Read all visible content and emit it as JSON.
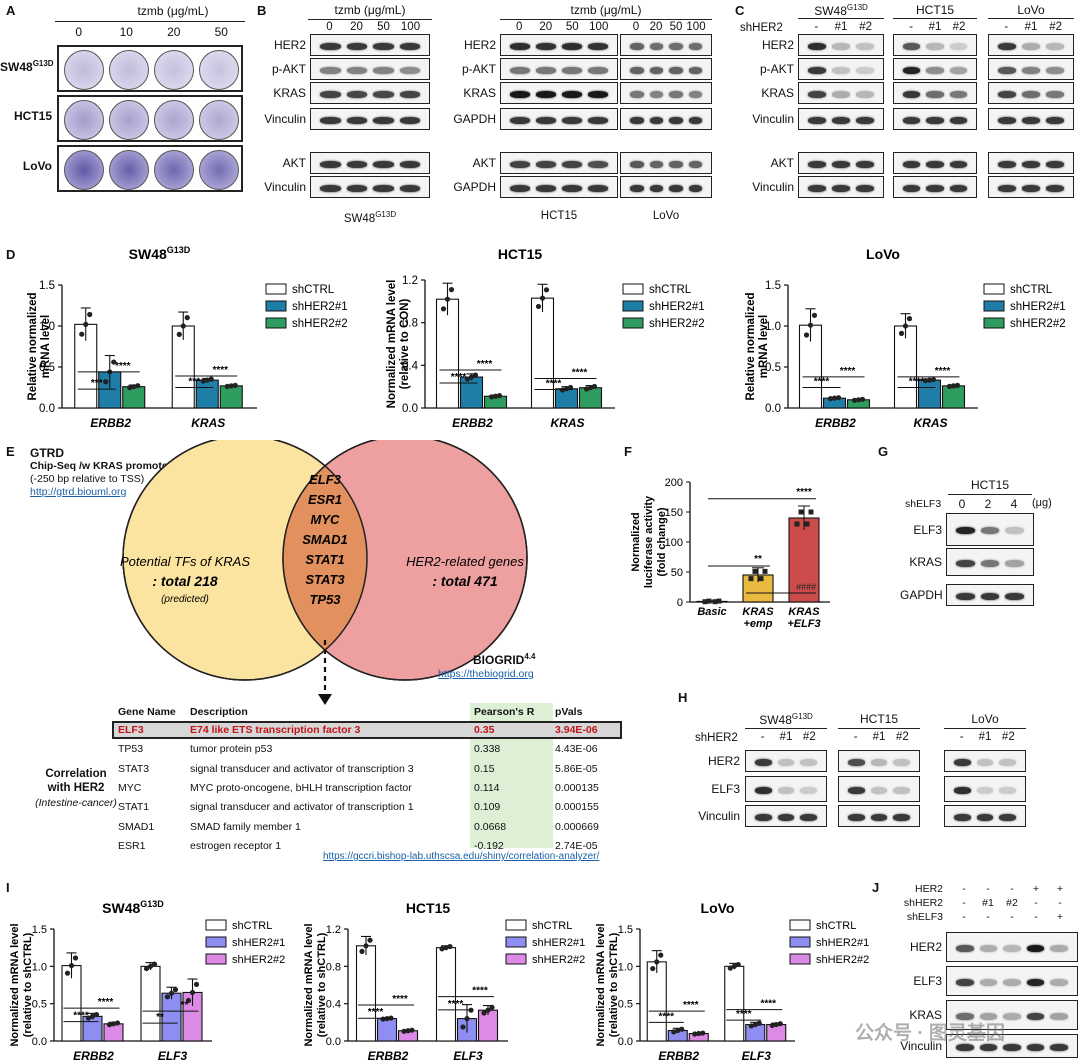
{
  "panels": {
    "A": {
      "label": "A",
      "treatment": "tzmb (μg/mL)",
      "doses": [
        "0",
        "10",
        "20",
        "50"
      ],
      "rows": [
        {
          "name": "SW48",
          "sup": "G13D",
          "density": 0.35
        },
        {
          "name": "HCT15",
          "sup": "",
          "density": 0.5
        },
        {
          "name": "LoVo",
          "sup": "",
          "density": 0.85
        }
      ]
    },
    "B": {
      "label": "B",
      "treatment": "tzmb (μg/mL)",
      "doses": [
        "0",
        "20",
        "50",
        "100"
      ],
      "left_rows": [
        "HER2",
        "p-AKT",
        "KRAS",
        "Vinculin",
        "AKT",
        "Vinculin"
      ],
      "mid_rows": [
        "HER2",
        "p-AKT",
        "KRAS",
        "GAPDH",
        "AKT",
        "GAPDH"
      ],
      "cells": [
        {
          "name": "SW48",
          "sup": "G13D"
        },
        {
          "name": "HCT15",
          "sup": ""
        },
        {
          "name": "LoVo",
          "sup": ""
        }
      ]
    },
    "C": {
      "label": "C",
      "group_label": "shHER2",
      "lanes": [
        "-",
        "#1",
        "#2"
      ],
      "cells": [
        {
          "name": "SW48",
          "sup": "G13D"
        },
        {
          "name": "HCT15",
          "sup": ""
        },
        {
          "name": "LoVo",
          "sup": ""
        }
      ],
      "rows": [
        "HER2",
        "p-AKT",
        "KRAS",
        "Vinculin",
        "AKT",
        "Vinculin"
      ]
    },
    "D": {
      "label": "D"
    },
    "E": {
      "label": "E",
      "gtrd_title": "GTRD",
      "gtrd_line1": "Chip-Seq /w KRAS promoter",
      "gtrd_line2": "(-250 bp relative to TSS)",
      "gtrd_link": "http://gtrd.biouml.org",
      "left_circle_line1": "Potential TFs of KRAS",
      "left_circle_line2": ": total 218",
      "left_circle_line3": "(predicted)",
      "right_circle_line1": "HER2-related genes",
      "right_circle_line2": ": total 471",
      "overlap_genes": [
        "ELF3",
        "ESR1",
        "MYC",
        "SMAD1",
        "STAT1",
        "STAT3",
        "TP53"
      ],
      "biogrid_title": "BIOGRID",
      "biogrid_sup": "4.4",
      "biogrid_link": "https://thebiogrid.org",
      "side_label1": "Correlation",
      "side_label2": "with HER2",
      "side_label3": "(Intestine-cancer)",
      "table_headers": [
        "Gene Name",
        "Description",
        "Pearson's R",
        "pVals"
      ],
      "table_rows": [
        [
          "ELF3",
          "E74 like ETS transcription factor 3",
          "0.35",
          "3.94E-06"
        ],
        [
          "TP53",
          "tumor protein p53",
          "0.338",
          "4.43E-06"
        ],
        [
          "STAT3",
          "signal transducer and activator of transcription 3",
          "0.15",
          "5.86E-05"
        ],
        [
          "MYC",
          "MYC proto-oncogene, bHLH transcription factor",
          "0.114",
          "0.000135"
        ],
        [
          "STAT1",
          "signal transducer and activator of transcription 1",
          "0.109",
          "0.000155"
        ],
        [
          "SMAD1",
          "SMAD family member 1",
          "0.0668",
          "0.000669"
        ],
        [
          "ESR1",
          "estrogen receptor 1",
          "-0.192",
          "2.74E-05"
        ]
      ],
      "table_link": "https://gccri.bishop-lab.uthscsa.edu/shiny/correlation-analyzer/"
    },
    "F": {
      "label": "F"
    },
    "G": {
      "label": "G",
      "cell": "HCT15",
      "group_label": "shELF3",
      "lanes": [
        "0",
        "2",
        "4"
      ],
      "unit": "(μg)",
      "rows": [
        "ELF3",
        "KRAS",
        "GAPDH"
      ]
    },
    "H": {
      "label": "H",
      "group_label": "shHER2",
      "lanes": [
        "-",
        "#1",
        "#2"
      ],
      "cells": [
        {
          "name": "SW48",
          "sup": "G13D"
        },
        {
          "name": "HCT15",
          "sup": ""
        },
        {
          "name": "LoVo",
          "sup": ""
        }
      ],
      "rows": [
        "HER2",
        "ELF3",
        "Vinculin"
      ]
    },
    "I": {
      "label": "I"
    },
    "J": {
      "label": "J",
      "conditions": [
        {
          "name": "HER2",
          "values": [
            "-",
            "-",
            "-",
            "+",
            "+"
          ]
        },
        {
          "name": "shHER2",
          "values": [
            "-",
            "#1",
            "#2",
            "-",
            "-"
          ]
        },
        {
          "name": "shELF3",
          "values": [
            "-",
            "-",
            "-",
            "-",
            "+"
          ]
        }
      ],
      "rows": [
        "HER2",
        "ELF3",
        "KRAS",
        "Vinculin"
      ]
    }
  },
  "watermark": "公众号 · 图灵基因",
  "colors": {
    "ctrl": "#ffffff",
    "d_sh1": "#1f7ea8",
    "d_sh2": "#2e9c5e",
    "i_sh1": "#8e8ef2",
    "i_sh2": "#dc8ae6",
    "f_basic": "#ffffff",
    "f_emp": "#e9ba40",
    "f_elf3": "#cc4c4c",
    "venn_left": "#fbe3a0",
    "venn_right": "#ee9f9f",
    "venn_overlap": "#e3905f"
  },
  "chart_data": [
    {
      "id": "D1",
      "type": "bar",
      "title": "SW48",
      "title_sup": "G13D",
      "ylabel": "Relative normalized mRNA level",
      "categories": [
        "ERBB2",
        "KRAS"
      ],
      "ylim": [
        0,
        1.5
      ],
      "yticks": [
        "0.0",
        "0.5",
        "1.0",
        "1.5"
      ],
      "ytick_values": [
        0,
        0.5,
        1.0,
        1.5
      ],
      "series": [
        {
          "name": "shCTRL",
          "values": [
            1.02,
            1.0
          ],
          "err": [
            0.2,
            0.17
          ]
        },
        {
          "name": "shHER2#1",
          "values": [
            0.44,
            0.34
          ],
          "err": [
            0.2,
            0.02
          ]
        },
        {
          "name": "shHER2#2",
          "values": [
            0.26,
            0.27
          ],
          "err": [
            0.02,
            0.01
          ]
        }
      ],
      "sig": [
        {
          "cat": 0,
          "to": 2,
          "label": "****",
          "y": 0.32
        },
        {
          "cat": 0,
          "to": 1,
          "label": "***",
          "y": 0.15
        },
        {
          "cat": 1,
          "to": 2,
          "label": "****",
          "y": 0.27
        },
        {
          "cat": 1,
          "to": 1,
          "label": "***",
          "y": 0.17
        }
      ]
    },
    {
      "id": "D2",
      "type": "bar",
      "title": "HCT15",
      "ylabel": "Normalized mRNA level (relative to CON)",
      "categories": [
        "ERBB2",
        "KRAS"
      ],
      "ylim": [
        0,
        1.2
      ],
      "yticks": [
        "0.0",
        "0.4",
        "0.8",
        "1.2"
      ],
      "ytick_values": [
        0,
        0.4,
        0.8,
        1.2
      ],
      "series": [
        {
          "name": "shCTRL",
          "values": [
            1.02,
            1.03
          ],
          "err": [
            0.15,
            0.13
          ]
        },
        {
          "name": "shHER2#1",
          "values": [
            0.29,
            0.18
          ],
          "err": [
            0.03,
            0.02
          ]
        },
        {
          "name": "shHER2#2",
          "values": [
            0.11,
            0.19
          ],
          "err": [
            0.01,
            0.02
          ]
        }
      ],
      "sig": [
        {
          "cat": 0,
          "to": 2,
          "label": "****",
          "y": 0.26
        },
        {
          "cat": 0,
          "to": 1,
          "label": "****",
          "y": 0.17
        },
        {
          "cat": 1,
          "to": 2,
          "label": "****",
          "y": 0.18
        },
        {
          "cat": 1,
          "to": 1,
          "label": "****",
          "y": 0.11
        }
      ]
    },
    {
      "id": "D3",
      "type": "bar",
      "title": "LoVo",
      "ylabel": "Relative normalized mRNA level",
      "categories": [
        "ERBB2",
        "KRAS"
      ],
      "ylim": [
        0,
        1.5
      ],
      "yticks": [
        "0.0",
        "0.5",
        "1.0",
        "1.5"
      ],
      "ytick_values": [
        0,
        0.5,
        1.0,
        1.5
      ],
      "series": [
        {
          "name": "shCTRL",
          "values": [
            1.01,
            1.0
          ],
          "err": [
            0.2,
            0.15
          ]
        },
        {
          "name": "shHER2#1",
          "values": [
            0.12,
            0.34
          ],
          "err": [
            0.01,
            0.01
          ]
        },
        {
          "name": "shHER2#2",
          "values": [
            0.1,
            0.27
          ],
          "err": [
            0.01,
            0.01
          ]
        }
      ],
      "sig": [
        {
          "cat": 0,
          "to": 2,
          "label": "****",
          "y": 0.26
        },
        {
          "cat": 0,
          "to": 1,
          "label": "****",
          "y": 0.17
        },
        {
          "cat": 1,
          "to": 2,
          "label": "****",
          "y": 0.26
        },
        {
          "cat": 1,
          "to": 1,
          "label": "****",
          "y": 0.17
        }
      ]
    },
    {
      "id": "F",
      "type": "bar",
      "ylabel": "Normalized luciferase activity (fold change)",
      "categories": [
        "Basic",
        "KRAS +emp",
        "KRAS +ELF3"
      ],
      "ylim": [
        0,
        200
      ],
      "yticks": [
        "0",
        "50",
        "100",
        "150",
        "200"
      ],
      "ytick_values": [
        0,
        50,
        100,
        150,
        200
      ],
      "values": [
        1,
        45,
        140
      ],
      "err": [
        1,
        12,
        20
      ],
      "sig": [
        {
          "from": 0,
          "to": 1,
          "label": "**"
        },
        {
          "from": 0,
          "to": 2,
          "label": "****"
        },
        {
          "from": 1,
          "to": 2,
          "label": "####"
        }
      ]
    },
    {
      "id": "I1",
      "type": "bar",
      "title": "SW48",
      "title_sup": "G13D",
      "ylabel": "Normalized mRNA level (relative to shCTRL)",
      "categories": [
        "ERBB2",
        "ELF3"
      ],
      "ylim": [
        0,
        1.5
      ],
      "yticks": [
        "0.0",
        "0.5",
        "1.0",
        "1.5"
      ],
      "ytick_values": [
        0,
        0.5,
        1.0,
        1.5
      ],
      "series": [
        {
          "name": "shCTRL",
          "values": [
            1.01,
            1.0
          ],
          "err": [
            0.17,
            0.05
          ]
        },
        {
          "name": "shHER2#1",
          "values": [
            0.33,
            0.64
          ],
          "err": [
            0.04,
            0.08
          ]
        },
        {
          "name": "shHER2#2",
          "values": [
            0.23,
            0.65
          ],
          "err": [
            0.02,
            0.18
          ]
        }
      ],
      "sig": [
        {
          "cat": 0,
          "to": 2,
          "label": "****",
          "y": 0.32
        },
        {
          "cat": 0,
          "to": 1,
          "label": "****",
          "y": 0.18
        },
        {
          "cat": 1,
          "to": 2,
          "label": "**",
          "y": 0.28
        },
        {
          "cat": 1,
          "to": 1,
          "label": "**",
          "y": 0.16
        }
      ]
    },
    {
      "id": "I2",
      "type": "bar",
      "title": "HCT15",
      "ylabel": "Normalized mRNA level (relative to shCTRL)",
      "categories": [
        "ERBB2",
        "ELF3"
      ],
      "ylim": [
        0,
        1.2
      ],
      "yticks": [
        "0.0",
        "0.4",
        "0.8",
        "1.2"
      ],
      "ytick_values": [
        0,
        0.4,
        0.8,
        1.2
      ],
      "series": [
        {
          "name": "shCTRL",
          "values": [
            1.02,
            1.0
          ],
          "err": [
            0.1,
            0.02
          ]
        },
        {
          "name": "shHER2#1",
          "values": [
            0.24,
            0.24
          ],
          "err": [
            0.01,
            0.15
          ]
        },
        {
          "name": "shHER2#2",
          "values": [
            0.11,
            0.33
          ],
          "err": [
            0.01,
            0.05
          ]
        }
      ],
      "sig": [
        {
          "cat": 0,
          "to": 2,
          "label": "****",
          "y": 0.29
        },
        {
          "cat": 0,
          "to": 1,
          "label": "****",
          "y": 0.18
        },
        {
          "cat": 1,
          "to": 2,
          "label": "****",
          "y": 0.38
        },
        {
          "cat": 1,
          "to": 1,
          "label": "****",
          "y": 0.27
        }
      ]
    },
    {
      "id": "I3",
      "type": "bar",
      "title": "LoVo",
      "ylabel": "Normalized mRNA level (relative to shCTRL)",
      "categories": [
        "ERBB2",
        "ELF3"
      ],
      "ylim": [
        0,
        1.5
      ],
      "yticks": [
        "0.0",
        "0.5",
        "1.0",
        "1.5"
      ],
      "ytick_values": [
        0,
        0.5,
        1.0,
        1.5
      ],
      "series": [
        {
          "name": "shCTRL",
          "values": [
            1.06,
            1.0
          ],
          "err": [
            0.15,
            0.04
          ]
        },
        {
          "name": "shHER2#1",
          "values": [
            0.14,
            0.22
          ],
          "err": [
            0.03,
            0.03
          ]
        },
        {
          "name": "shHER2#2",
          "values": [
            0.1,
            0.22
          ],
          "err": [
            0.01,
            0.02
          ]
        }
      ],
      "sig": [
        {
          "cat": 0,
          "to": 2,
          "label": "****",
          "y": 0.28
        },
        {
          "cat": 0,
          "to": 1,
          "label": "****",
          "y": 0.17
        },
        {
          "cat": 1,
          "to": 2,
          "label": "****",
          "y": 0.3
        },
        {
          "cat": 1,
          "to": 1,
          "label": "****",
          "y": 0.2
        }
      ]
    }
  ]
}
